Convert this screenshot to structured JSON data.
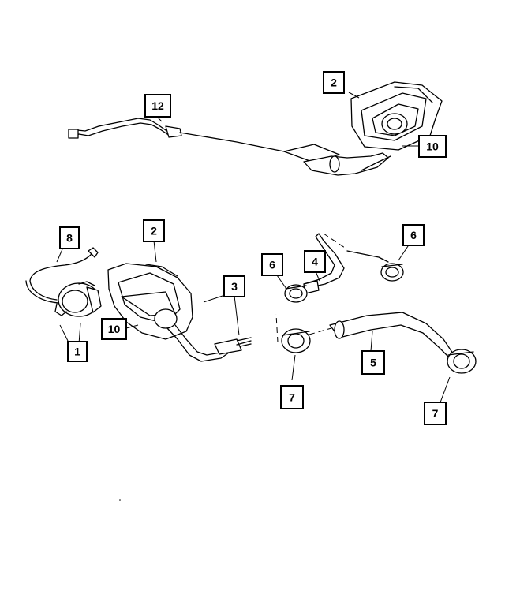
{
  "callouts": {
    "c1": "1",
    "c2_top": "2",
    "c2_bottom": "2",
    "c3": "3",
    "c4": "4",
    "c5": "5",
    "c6_left": "6",
    "c6_right": "6",
    "c7_left": "7",
    "c7_right": "7",
    "c8": "8",
    "c10_top": "10",
    "c10_bottom": "10",
    "c12": "12"
  }
}
